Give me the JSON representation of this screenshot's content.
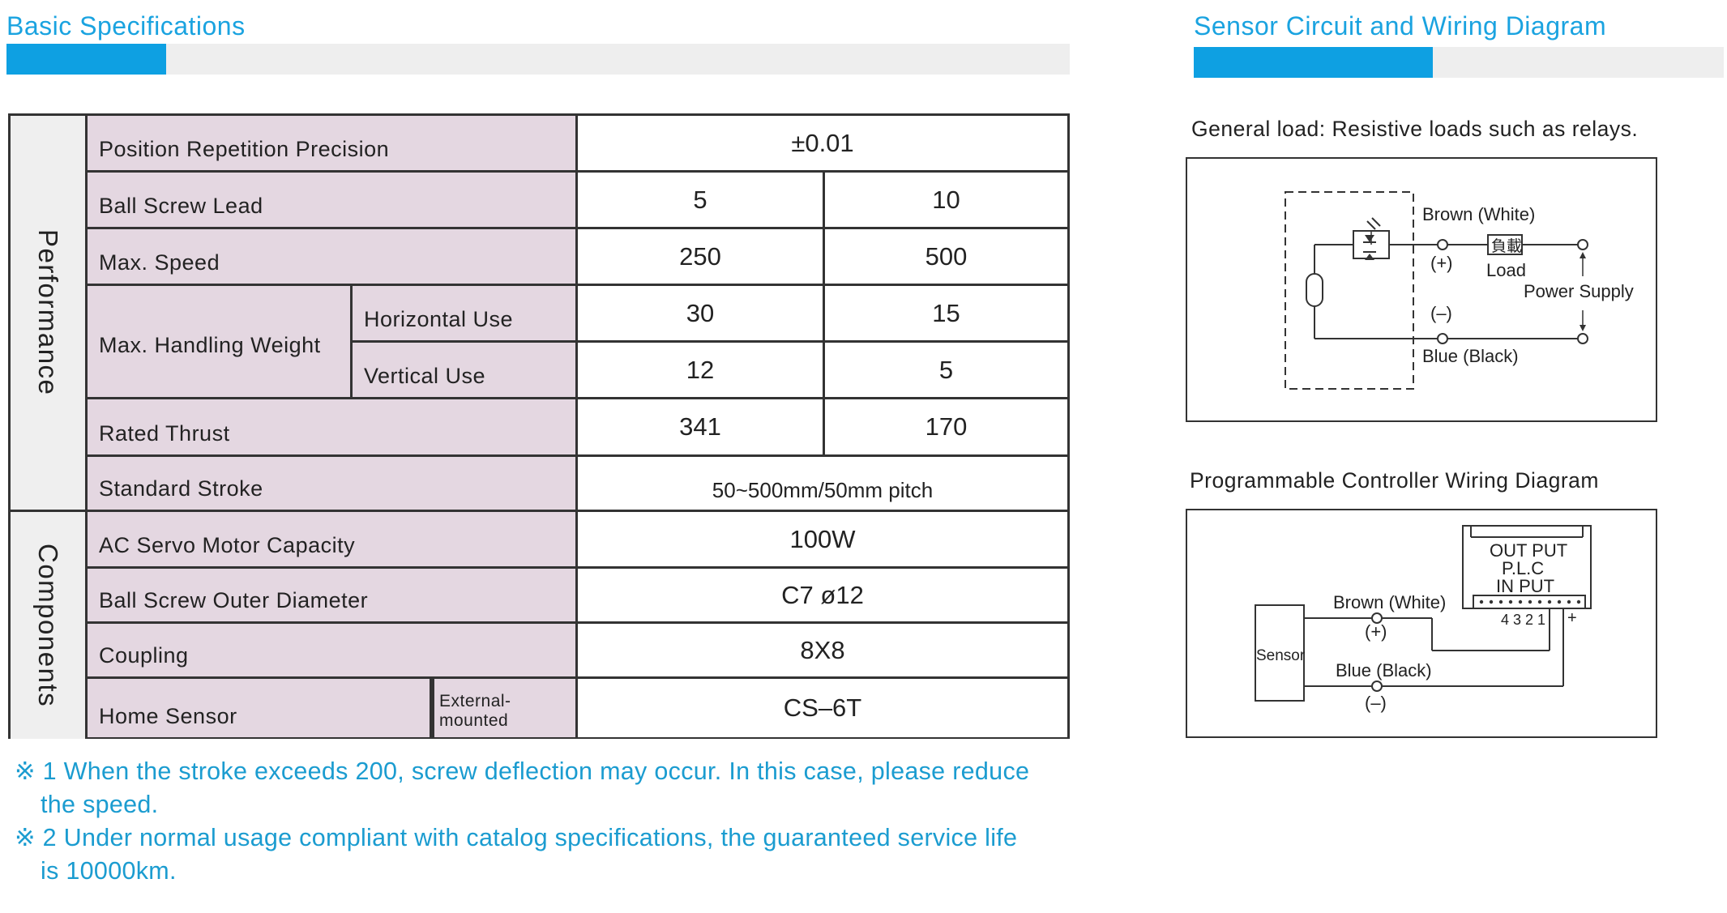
{
  "left": {
    "title": "Basic Specifications",
    "groups": {
      "performance": "Performance",
      "components": "Components"
    },
    "rows": {
      "precision": {
        "label": "Position Repetition Precision",
        "value": "±0.01"
      },
      "lead": {
        "label": "Ball Screw Lead",
        "v1": "5",
        "v2": "10"
      },
      "speed": {
        "label": "Max. Speed",
        "v1": "250",
        "v2": "500"
      },
      "weight": {
        "label": "Max. Handling Weight",
        "horizontal": {
          "label": "Horizontal Use",
          "v1": "30",
          "v2": "15"
        },
        "vertical": {
          "label": "Vertical Use",
          "v1": "12",
          "v2": "5"
        }
      },
      "thrust": {
        "label": "Rated Thrust",
        "v1": "341",
        "v2": "170"
      },
      "stroke": {
        "label": "Standard Stroke",
        "value": "50~500mm/50mm pitch"
      },
      "motor": {
        "label": "AC Servo Motor Capacity",
        "value": "100W"
      },
      "diameter": {
        "label": "Ball Screw Outer Diameter",
        "value": "C7 ø12"
      },
      "coupling": {
        "label": "Coupling",
        "value": "8X8"
      },
      "home": {
        "label": "Home Sensor",
        "sub": "External-mounted",
        "value": "CS–6T"
      }
    },
    "notes": {
      "n1a": "※ 1 When the stroke exceeds 200, screw deflection may occur. In this case, please reduce",
      "n1b": "the speed.",
      "n2a": "※ 2 Under normal usage compliant with catalog specifications, the guaranteed service life",
      "n2b": "is 10000km."
    }
  },
  "right": {
    "title": "Sensor Circuit and Wiring Diagram",
    "diagram1": {
      "caption": "General load: Resistive loads such as relays.",
      "brown": "Brown (White)",
      "plus": "(+)",
      "load_box": "負載",
      "load": "Load",
      "power": "Power Supply",
      "minus": "(–)",
      "blue": "Blue (Black)"
    },
    "diagram2": {
      "caption": "Programmable Controller Wiring Diagram",
      "output": "OUT PUT",
      "plc": "P.L.C",
      "input": "IN PUT",
      "pins": "4 3 2 1",
      "plus_pin": "+",
      "brown": "Brown (White)",
      "plus": "(+)",
      "sensor": "Sensor",
      "blue": "Blue (Black)",
      "minus": "(–)"
    }
  },
  "colors": {
    "accent": "#0ea0e2",
    "label_bg": "#e4d7e1",
    "note_text": "#1b9cd0"
  }
}
